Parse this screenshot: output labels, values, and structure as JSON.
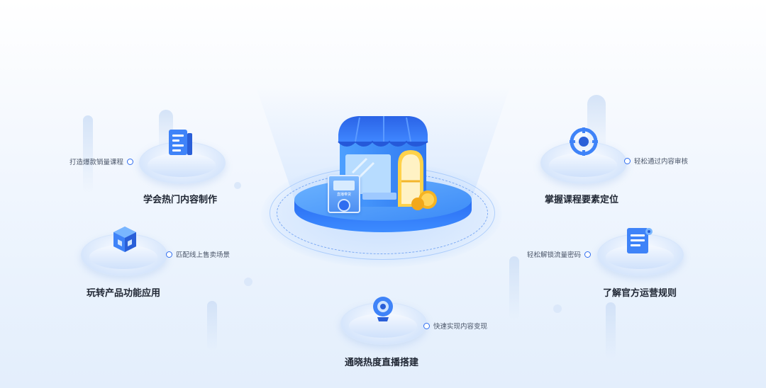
{
  "center": {
    "icon": "storefront-icon",
    "card_text": "直播带货"
  },
  "features": [
    {
      "title": "学会热门内容制作",
      "tag": "打造爆款销量课程",
      "icon": "document-icon"
    },
    {
      "title": "玩转产品功能应用",
      "tag": "匹配线上售卖场景",
      "icon": "cube-icon"
    },
    {
      "title": "通晓热度直播搭建",
      "tag": "快速实现内容变现",
      "icon": "camera-icon"
    },
    {
      "title": "掌握课程要素定位",
      "tag": "轻松通过内容审核",
      "icon": "target-icon"
    },
    {
      "title": "了解官方运营规则",
      "tag": "轻松解锁流量密码",
      "icon": "rules-document-icon"
    }
  ],
  "colors": {
    "primary": "#2f6df0",
    "accent": "#5aa6ff",
    "gold": "#f5b423",
    "text": "#1f2633"
  }
}
